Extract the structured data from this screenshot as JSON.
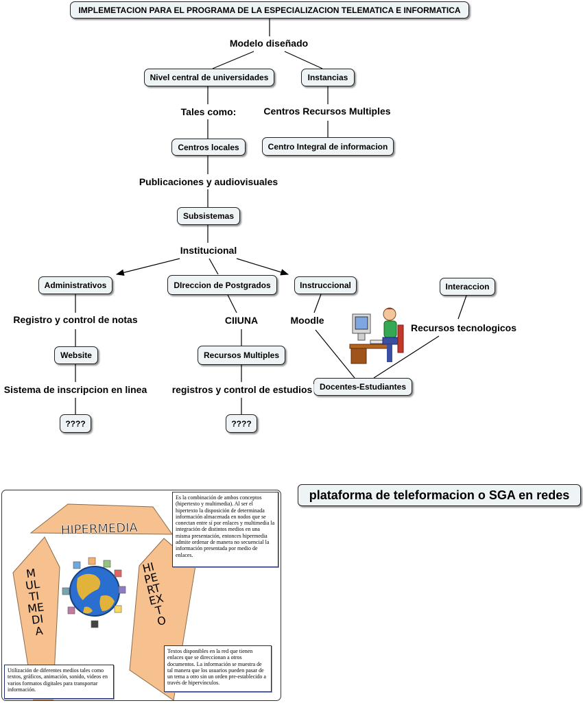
{
  "title": "IMPLEMETACION PARA EL PROGRAMA DE LA ESPECIALIZACION TELEMATICA E INFORMATICA",
  "nodes": {
    "nivel_central": "Nivel central de universidades",
    "instancias": "Instancias",
    "centros_locales": "Centros locales",
    "centro_integral": "Centro Integral de informacion",
    "subsistemas": "Subsistemas",
    "administrativos": "Administrativos",
    "direccion_postgrados": "DIreccion de Postgrados",
    "instruccional": "Instruccional",
    "interaccion": "Interaccion",
    "website": "Website",
    "recursos_multiples": "Recursos Multiples",
    "docentes_estudiantes": "Docentes-Estudiantes",
    "unknown_left": "????",
    "unknown_mid": "????"
  },
  "links": {
    "modelo": "Modelo diseñado",
    "tales_como": "Tales como:",
    "centros_recursos": "Centros Recursos Multiples",
    "publicaciones": "Publicaciones y audiovisuales",
    "institucional": "Institucional",
    "registro_notas": "Registro y control de notas",
    "ciiuna": "CIIUNA",
    "moodle": "Moodle",
    "recursos_tecnologicos": "Recursos tecnologicos",
    "sistema_inscripcion": "Sistema de inscripcion en linea",
    "registros_estudios": "registros y control de estudios"
  },
  "plataforma": "plataforma de teleformacion o SGA en redes",
  "hypermedia": {
    "hipermedia": "HIPERMEDIA",
    "multimedia": "MULTIMEDIA",
    "hipertexto": "HIPERTEXTO",
    "note_hipermedia": "Es la combinación de ambos conceptos (hipertexto y multimedia). Al ser el hipertexto la disposición de determinada información almacenada en nodos que se conectan entre sí por enlaces y multimedia la integración de distintos medios en una misma presentación, entonces hipermedia admite ordenar de manera no secuencial la información presentada por medio de enlaces.",
    "note_hipertexto": "Textos disponibles en la red que tienen enlaces que se direccionan a otros documentos. La información se muestra de tal manera que los usuarios pueden pasar de un tema a otro sin un orden pre-establecido a través de hipervínculos.",
    "note_multimedia": "Utilización de diferentes medios tales como textos, gráficos, animación, sonido, videos en varios formatos digitales para transportar información."
  },
  "colors": {
    "node_fill": "#eef3f5",
    "arrow_fill": "#f7c08f",
    "line": "#000000"
  }
}
